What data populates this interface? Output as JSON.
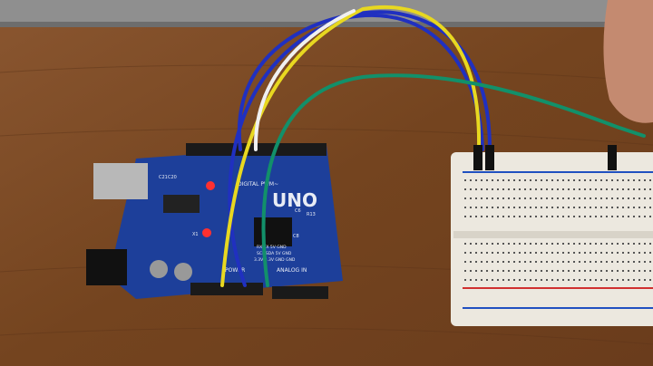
{
  "board": {
    "model_label": "UNO",
    "digital_label": "DIGITAL PWM~",
    "power_label": "POWER",
    "analog_label": "ANALOG IN",
    "pin_labels_row1": "RX TX 5V GND",
    "pin_labels_row2": "SCL SDA 5V GND",
    "pin_labels_row3": "3.3V 3.3V GND GND",
    "component_labels": [
      "C6",
      "R13",
      "C8",
      "X1",
      "C20",
      "C21"
    ]
  },
  "colors": {
    "table": "#7a4a26",
    "board": "#1d3f9a",
    "breadboard": "#ece8df",
    "wire_blue": "#2030c0",
    "wire_yellow": "#e8d820",
    "wire_white": "#f0f0f0",
    "wire_green": "#12906a"
  }
}
